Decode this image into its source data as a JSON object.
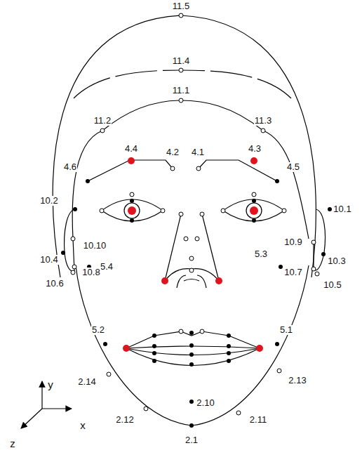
{
  "diagram": {
    "labels": [
      "11.5",
      "11.4",
      "11.2",
      "11.1",
      "11.3",
      "4.4",
      "4.2",
      "4.1",
      "4.3",
      "4.6",
      "4.5",
      "10.2",
      "10.1",
      "10.10",
      "10.9",
      "10.4",
      "5.4",
      "5.3",
      "10.3",
      "10.8",
      "10.7",
      "10.6",
      "10.5",
      "5.2",
      "5.1",
      "2.14",
      "2.13",
      "2.10",
      "2.12",
      "2.11",
      "2.1",
      "y",
      "x",
      "z"
    ]
  }
}
